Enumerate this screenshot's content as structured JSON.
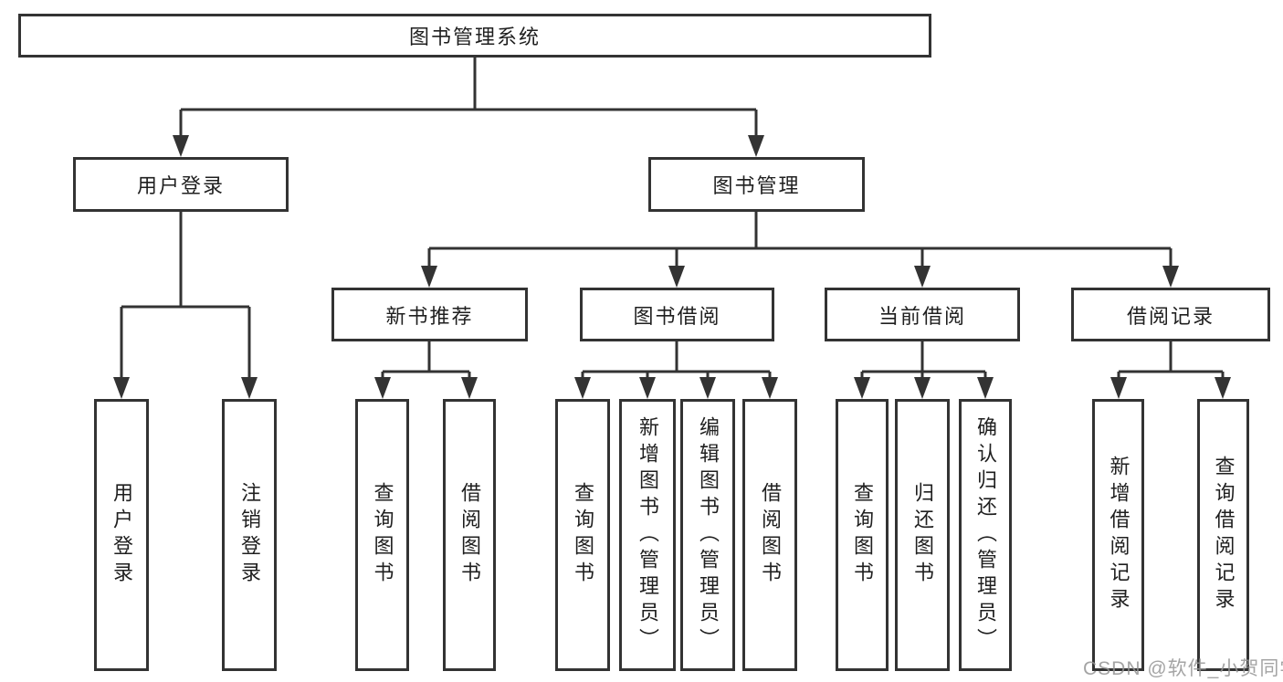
{
  "diagram": {
    "root": {
      "label": "图书管理系统"
    },
    "branches": [
      {
        "label": "用户登录",
        "children": [
          {
            "label": "用户登录"
          },
          {
            "label": "注销登录"
          }
        ]
      },
      {
        "label": "图书管理",
        "children": [
          {
            "label": "新书推荐",
            "children": [
              {
                "label": "查询图书"
              },
              {
                "label": "借阅图书"
              }
            ]
          },
          {
            "label": "图书借阅",
            "children": [
              {
                "label": "查询图书"
              },
              {
                "label": "新增图书（管理员）"
              },
              {
                "label": "编辑图书（管理员）"
              },
              {
                "label": "借阅图书"
              }
            ]
          },
          {
            "label": "当前借阅",
            "children": [
              {
                "label": "查询图书"
              },
              {
                "label": "归还图书"
              },
              {
                "label": "确认归还（管理员）"
              }
            ]
          },
          {
            "label": "借阅记录",
            "children": [
              {
                "label": "新增借阅记录"
              },
              {
                "label": "查询借阅记录"
              }
            ]
          }
        ]
      }
    ],
    "watermark": "CSDN @软件_小贺同学",
    "colors": {
      "line": "#333333",
      "text": "#1f1f1f",
      "box_background": "#ffffff",
      "watermark": "#949494"
    }
  }
}
